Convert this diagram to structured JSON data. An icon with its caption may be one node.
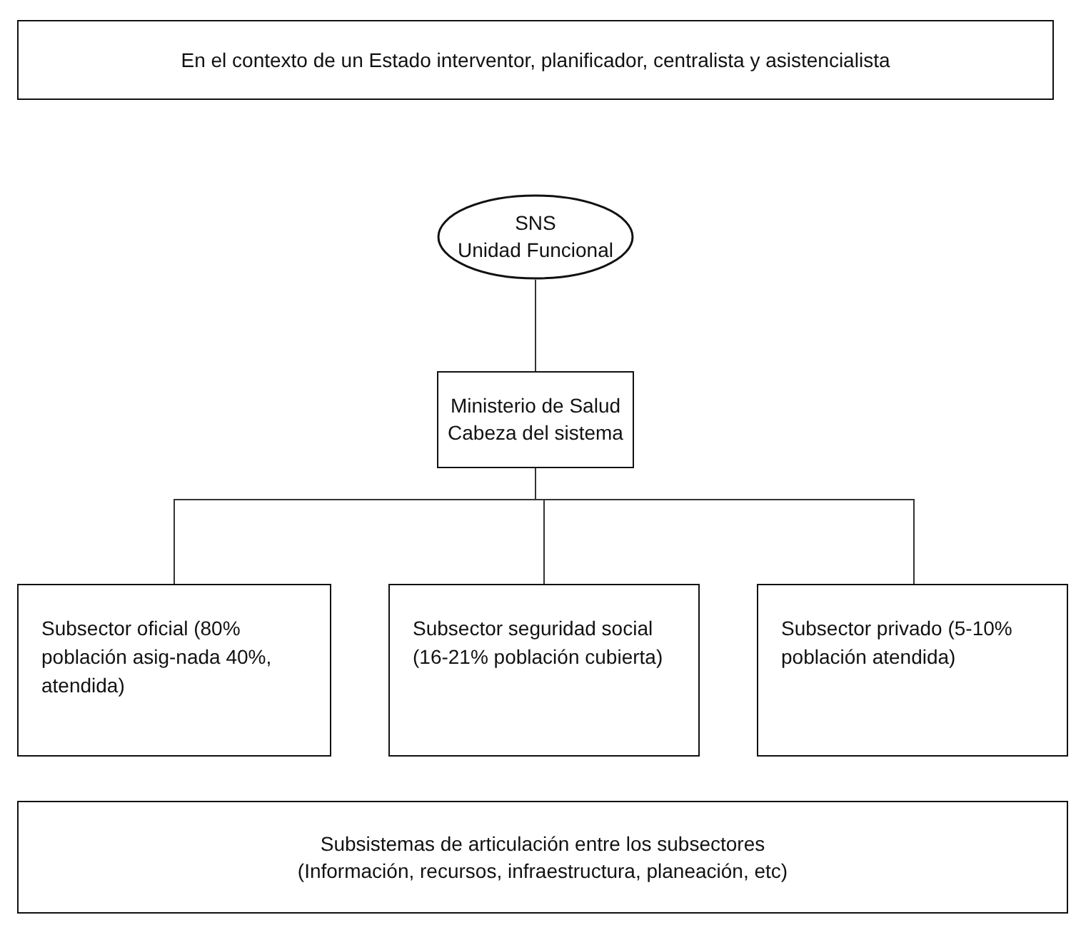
{
  "diagram": {
    "nodes": [
      {
        "text": [
          "En el contexto de un Estado interventor, planificador, centralista y asistencialista"
        ]
      },
      {
        "text": [
          "SNS",
          "Unidad Funcional"
        ]
      },
      {
        "text": [
          "Ministerio de Salud",
          "Cabeza del sistema"
        ]
      },
      {
        "text": [
          "Subsector oficial (80% población asig-nada 40%, atendida)"
        ]
      },
      {
        "text": [
          "Subsector seguridad social (16-21% población cubierta)"
        ]
      },
      {
        "text": [
          "Subsector privado (5-10% población atendida)"
        ]
      },
      {
        "text": [
          "Subsistemas de articulación entre los subsectores",
          "(Información, recursos, infraestructura, planeación, etc)"
        ]
      }
    ],
    "edges": [
      {
        "from": 1,
        "to": 2,
        "arrow": "none"
      },
      {
        "from": 2,
        "to": 3,
        "arrow": "none"
      },
      {
        "from": 2,
        "to": 4,
        "arrow": "none"
      },
      {
        "from": 2,
        "to": 5,
        "arrow": "none"
      }
    ]
  }
}
